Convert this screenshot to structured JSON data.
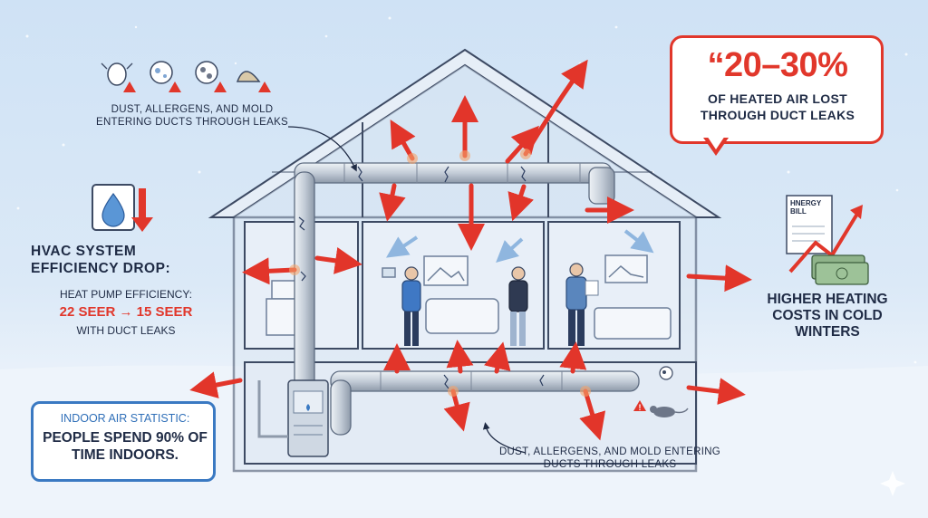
{
  "labels": {
    "dust_top": "DUST, ALLERGENS, AND MOLD ENTERING DUCTS THROUGH LEAKS",
    "dust_bottom": "DUST, ALLERGENS, AND MOLD ENTERING DUCTS THROUGH LEAKS",
    "heating_costs": "HIGHER HEATING COSTS IN COLD WINTERS"
  },
  "hvac": {
    "title": "HVAC SYSTEM EFFICIENCY DROP:",
    "subtitle": "HEAT PUMP EFFICIENCY:",
    "seer": "22 SEER → 15 SEER",
    "note": "WITH DUCT LEAKS"
  },
  "stat_bubble": {
    "value": "“20–30%",
    "text": "OF HEATED AIR LOST THROUGH DUCT LEAKS"
  },
  "indoor_stat": {
    "title": "INDOOR AIR STATISTIC:",
    "text": "PEOPLE SPEND 90% OF TIME INDOORS."
  },
  "bill": {
    "line1": "HNERGY",
    "line2": "BILL"
  },
  "colors": {
    "accent_red": "#e1372b",
    "accent_blue": "#3a79c2",
    "text_dark": "#1f2b45",
    "duct_gray": "#c9d2dd"
  },
  "icons": [
    "bug-icon",
    "germ-icon",
    "mold-icon",
    "spore-icon",
    "warning-icon",
    "water-drop-icon",
    "down-arrow-icon",
    "energy-bill-icon",
    "trend-up-arrow-icon",
    "cash-icon",
    "furnace-icon",
    "thermostat-icon",
    "mouse-icon",
    "sparkle-icon"
  ]
}
